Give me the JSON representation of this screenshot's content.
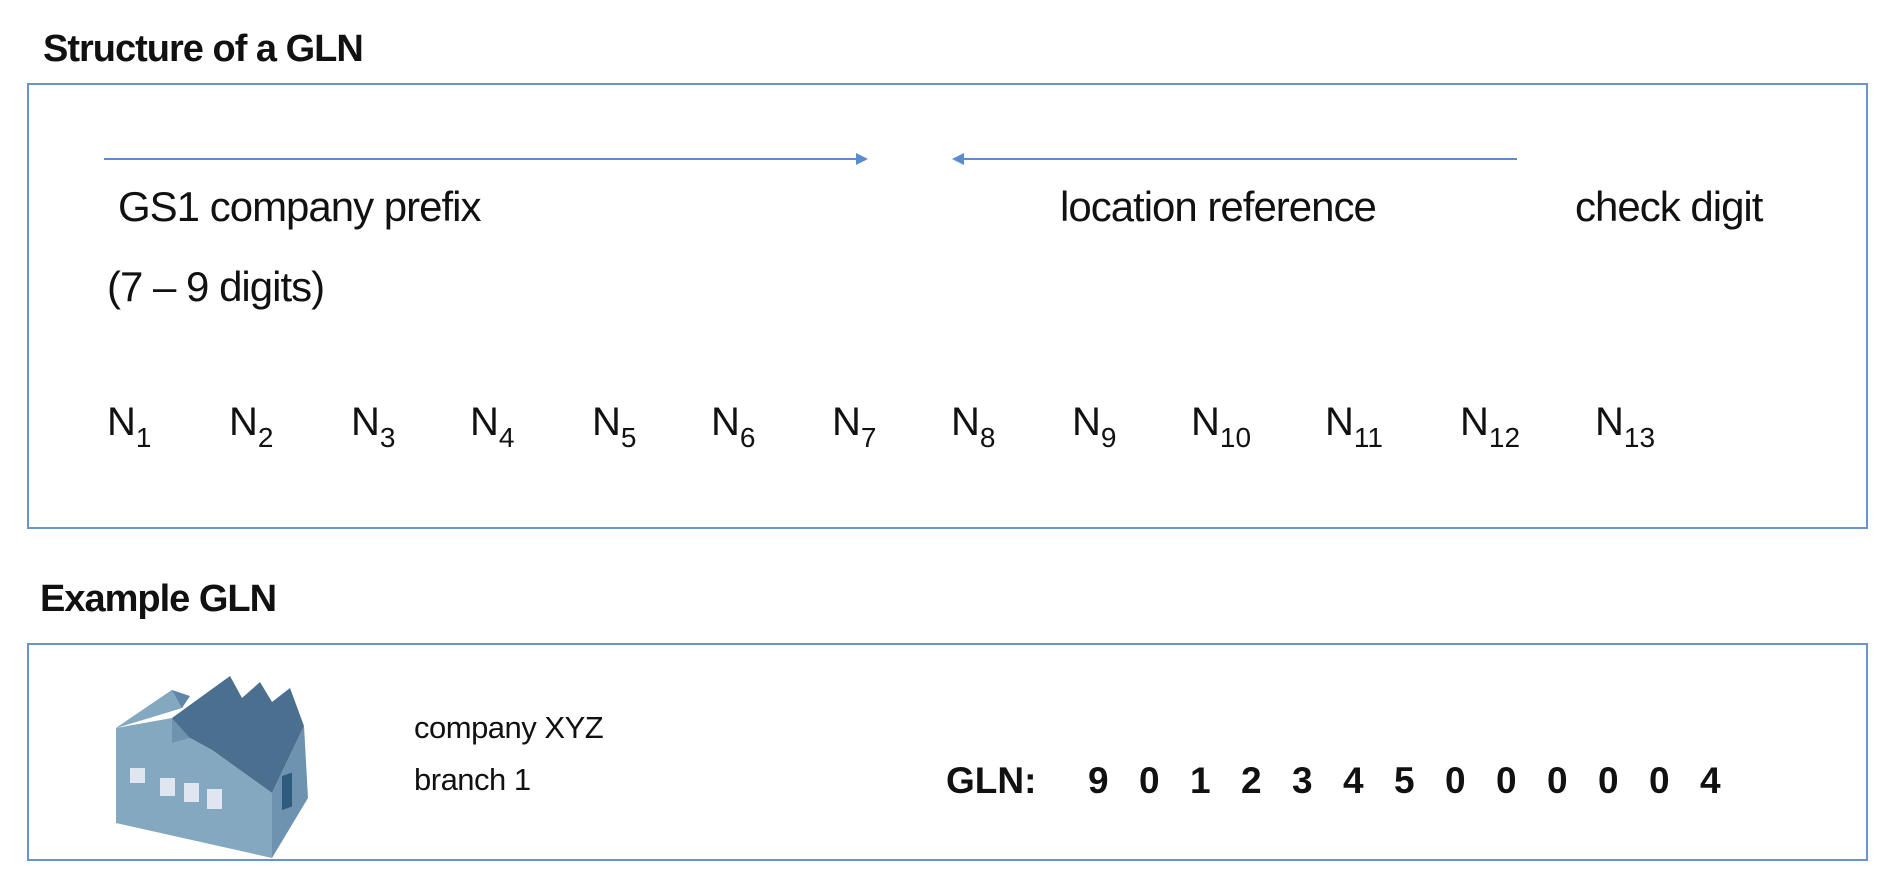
{
  "structure": {
    "title": "Structure of a GLN",
    "company_prefix_label": "GS1 company prefix",
    "company_prefix_digits": "(7 – 9 digits)",
    "location_reference_label": "location reference",
    "check_digit_label": "check digit",
    "positions": [
      {
        "letter": "N",
        "index": "1"
      },
      {
        "letter": "N",
        "index": "2"
      },
      {
        "letter": "N",
        "index": "3"
      },
      {
        "letter": "N",
        "index": "4"
      },
      {
        "letter": "N",
        "index": "5"
      },
      {
        "letter": "N",
        "index": "6"
      },
      {
        "letter": "N",
        "index": "7"
      },
      {
        "letter": "N",
        "index": "8"
      },
      {
        "letter": "N",
        "index": "9"
      },
      {
        "letter": "N",
        "index": "10"
      },
      {
        "letter": "N",
        "index": "11"
      },
      {
        "letter": "N",
        "index": "12"
      },
      {
        "letter": "N",
        "index": "13"
      }
    ]
  },
  "example": {
    "title": "Example GLN",
    "company_name": "company XYZ",
    "branch": "branch 1",
    "gln_label": "GLN:",
    "gln_digits": [
      "9",
      "0",
      "1",
      "2",
      "3",
      "4",
      "5",
      "0",
      "0",
      "0",
      "0",
      "0",
      "4"
    ],
    "icon": "factory-icon"
  },
  "colors": {
    "border": "#6a92cc",
    "arrow": "#5b8bd0",
    "factory_dark": "#4a6f8f",
    "factory_light": "#84a8c0"
  }
}
